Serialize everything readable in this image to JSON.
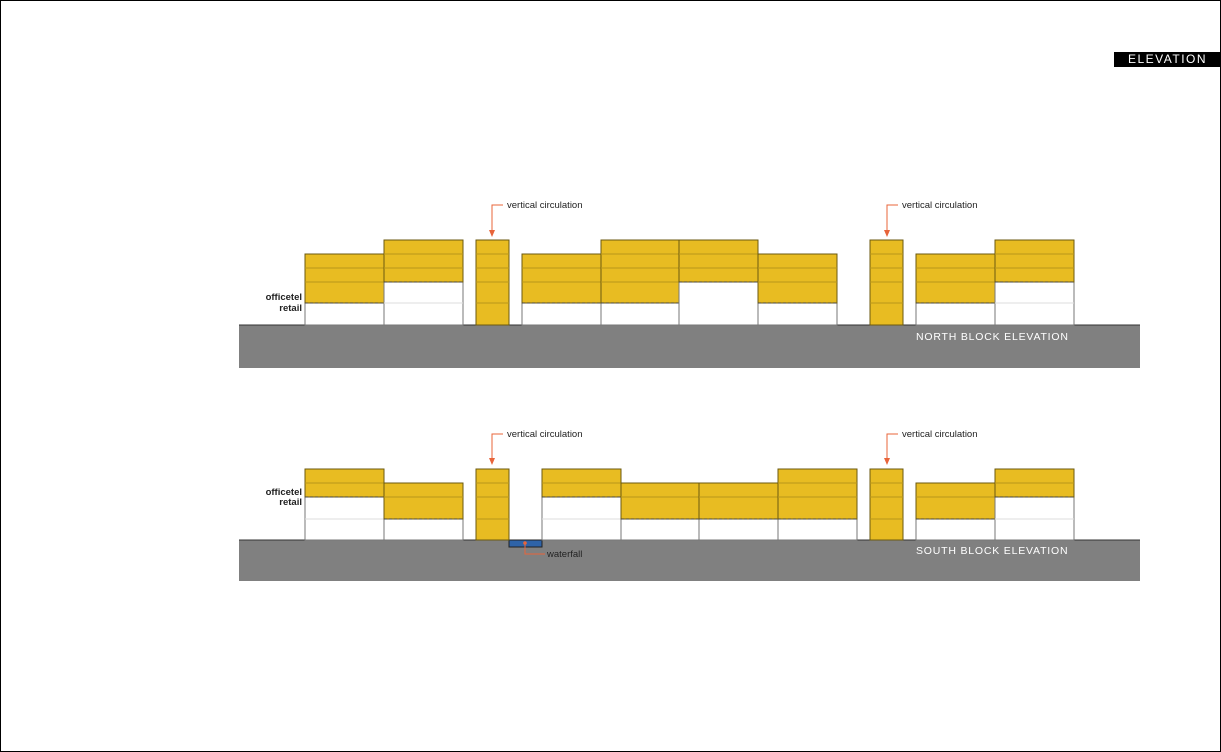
{
  "header": {
    "section_tag": "ELEVATION"
  },
  "north": {
    "title": "NORTH BLOCK ELEVATION",
    "label_officetel": "officetel",
    "label_retail": "retail",
    "callout_1": "vertical circulation",
    "callout_2": "vertical circulation"
  },
  "south": {
    "title": "SOUTH BLOCK ELEVATION",
    "label_officetel": "officetel",
    "label_retail": "retail",
    "callout_1": "vertical circulation",
    "callout_2": "vertical circulation",
    "callout_waterfall": "waterfall"
  },
  "colors": {
    "officetel": "#e8bc22",
    "ground": "#808080",
    "waterfall": "#2e63a8",
    "callout": "#e8643a"
  }
}
